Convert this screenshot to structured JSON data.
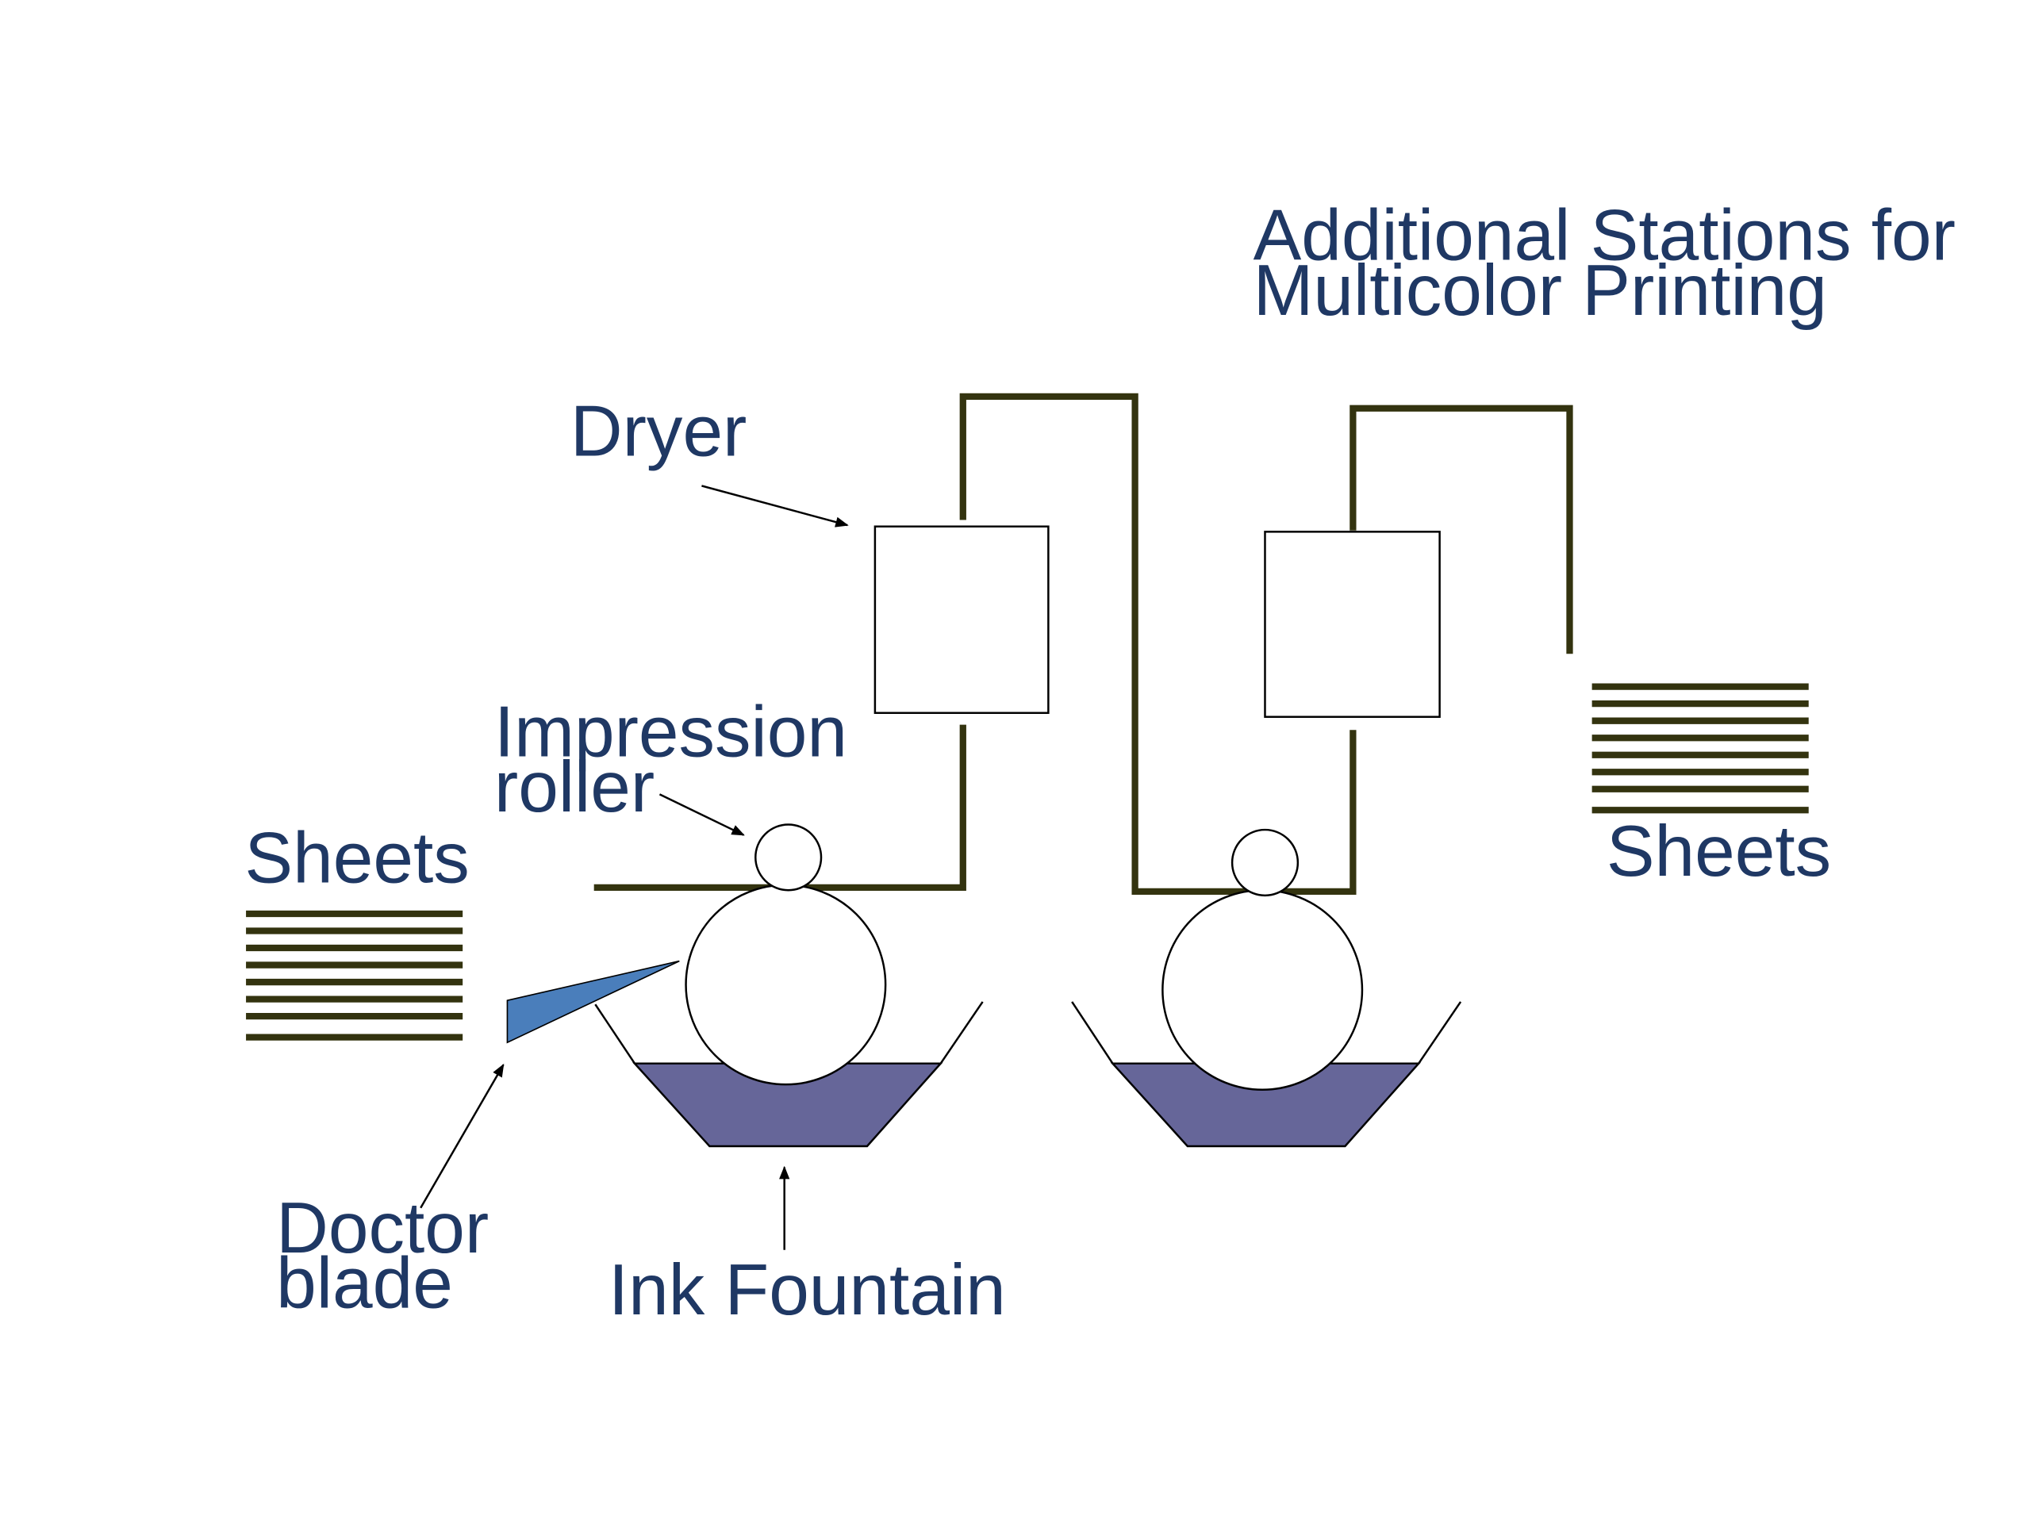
{
  "colors": {
    "text": "#1F3864",
    "paper_path": "#33330F",
    "ink": "#666699",
    "doctor_blade": "#4A7EBB",
    "outline": "#000000",
    "background": "#FFFFFF"
  },
  "labels": {
    "additional_stations_line1": "Additional Stations for",
    "additional_stations_line2": "Multicolor Printing",
    "dryer": "Dryer",
    "impression_roller_line1": "Impression",
    "impression_roller_line2": "roller",
    "sheets_left": "Sheets",
    "sheets_right": "Sheets",
    "doctor_blade_line1": "Doctor",
    "doctor_blade_line2": "blade",
    "ink_fountain": "Ink Fountain"
  }
}
